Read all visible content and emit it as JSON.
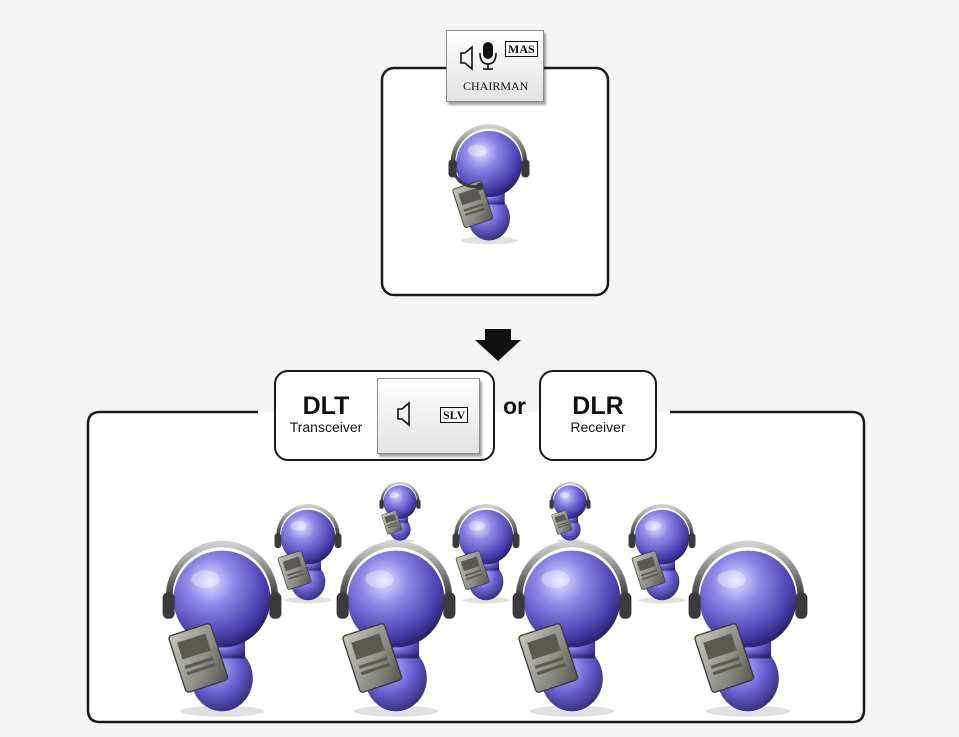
{
  "chairman_panel": {
    "mode_tag": "MAS",
    "label": "CHAIRMAN",
    "icons": [
      "speaker-icon",
      "microphone-icon"
    ]
  },
  "transceiver": {
    "title": "DLT",
    "subtitle": "Transceiver",
    "mode_tag": "SLV",
    "icons": [
      "speaker-icon"
    ]
  },
  "connector_word": "or",
  "receiver": {
    "title": "DLR",
    "subtitle": "Receiver"
  },
  "arrow_icon": "down-arrow-icon",
  "participant_icon": "headset-user-icon",
  "colors": {
    "figure": "#5a50c0",
    "figure_highlight": "#c8c4ff",
    "figure_shadow": "#2a2170",
    "device": "#8a8a80",
    "frame": "#1a1a1a"
  }
}
